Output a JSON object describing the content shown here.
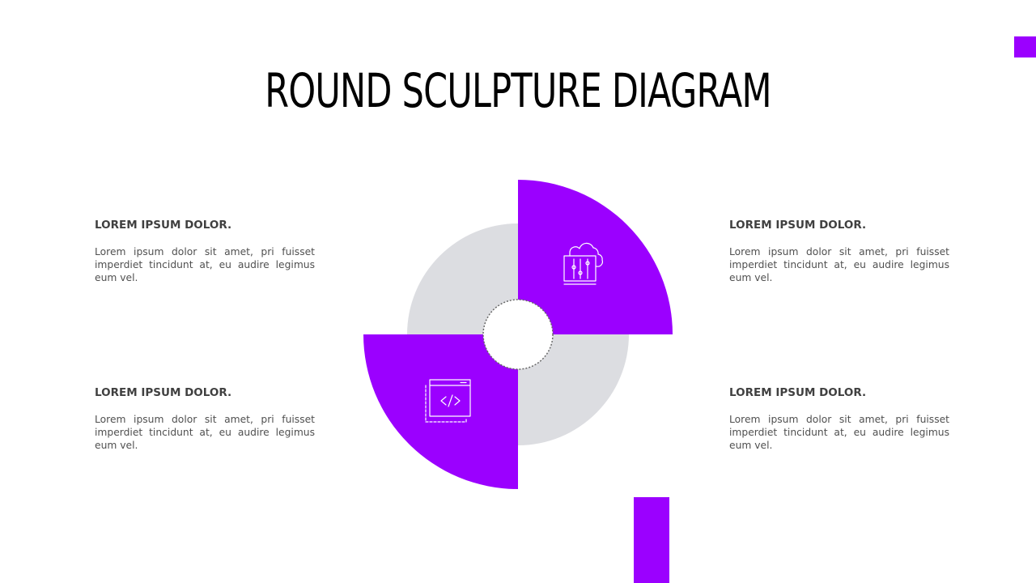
{
  "title": "ROUND SCULPTURE DIAGRAM",
  "colors": {
    "accent": "#9b00ff",
    "gray": "#dcdde1",
    "text": "#404040"
  },
  "blocks": [
    {
      "heading": "LOREM IPSUM DOLOR.",
      "body": "Lorem ipsum dolor sit amet, pri fuisset imperdiet tincidunt at, eu audire legimus eum vel."
    },
    {
      "heading": "LOREM IPSUM DOLOR.",
      "body": "Lorem ipsum dolor sit amet, pri fuisset imperdiet tincidunt at, eu audire legimus eum vel."
    },
    {
      "heading": "LOREM IPSUM DOLOR.",
      "body": "Lorem ipsum dolor sit amet, pri fuisset imperdiet tincidunt at, eu audire legimus eum vel."
    },
    {
      "heading": "LOREM IPSUM DOLOR.",
      "body": "Lorem ipsum dolor sit amet, pri fuisset imperdiet tincidunt at, eu audire legimus eum vel."
    }
  ],
  "icons": [
    "cloud-settings-icon",
    "code-window-icon"
  ]
}
